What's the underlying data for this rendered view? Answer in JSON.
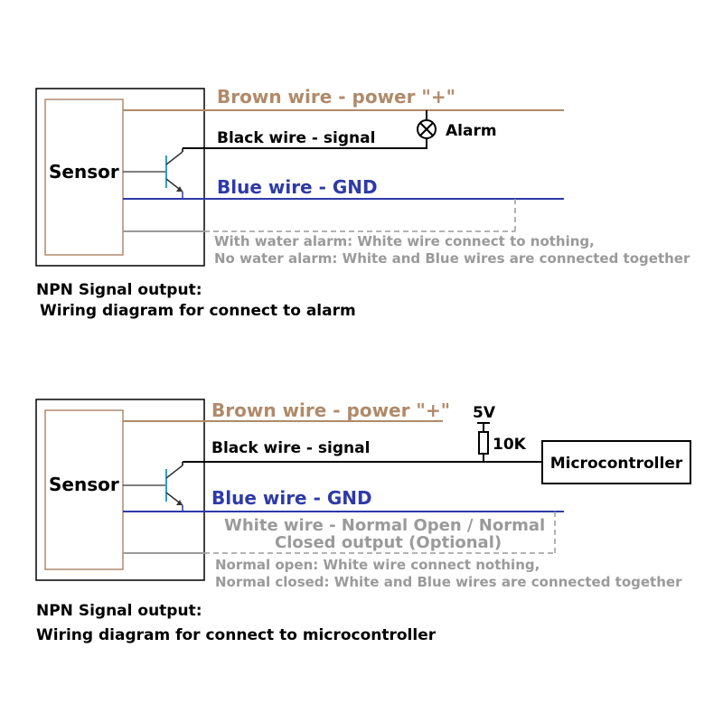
{
  "colors": {
    "brown": "#b08a6a",
    "blue": "#2e3aa8",
    "gray": "#9a9a9a",
    "cyan": "#1aa3d9",
    "black": "#000000"
  },
  "diagram1": {
    "sensor_label": "Sensor",
    "brown_wire": "Brown wire - power \"+\"",
    "black_wire": "Black wire - signal",
    "blue_wire": "Blue wire - GND",
    "alarm_label": "Alarm",
    "note_line1": "With water alarm:  White wire connect to nothing,",
    "note_line2": "No water alarm: White and Blue wires are connected together",
    "caption_line1": "NPN Signal output:",
    "caption_line2": "Wiring diagram for connect to alarm"
  },
  "diagram2": {
    "sensor_label": "Sensor",
    "brown_wire": "Brown wire - power \"+\"",
    "black_wire": "Black wire - signal",
    "blue_wire": "Blue wire - GND",
    "voltage_label": "5V",
    "resistor_label": "10K",
    "mcu_label": "Microcontroller",
    "white_wire_line1": "White wire - Normal Open / Normal",
    "white_wire_line2": "Closed output (Optional)",
    "note_line1": "Normal open: White wire connect nothing,",
    "note_line2": "Normal closed:  White and Blue wires are connected together",
    "caption_line1": "NPN Signal output:",
    "caption_line2": "Wiring diagram for connect to microcontroller"
  }
}
